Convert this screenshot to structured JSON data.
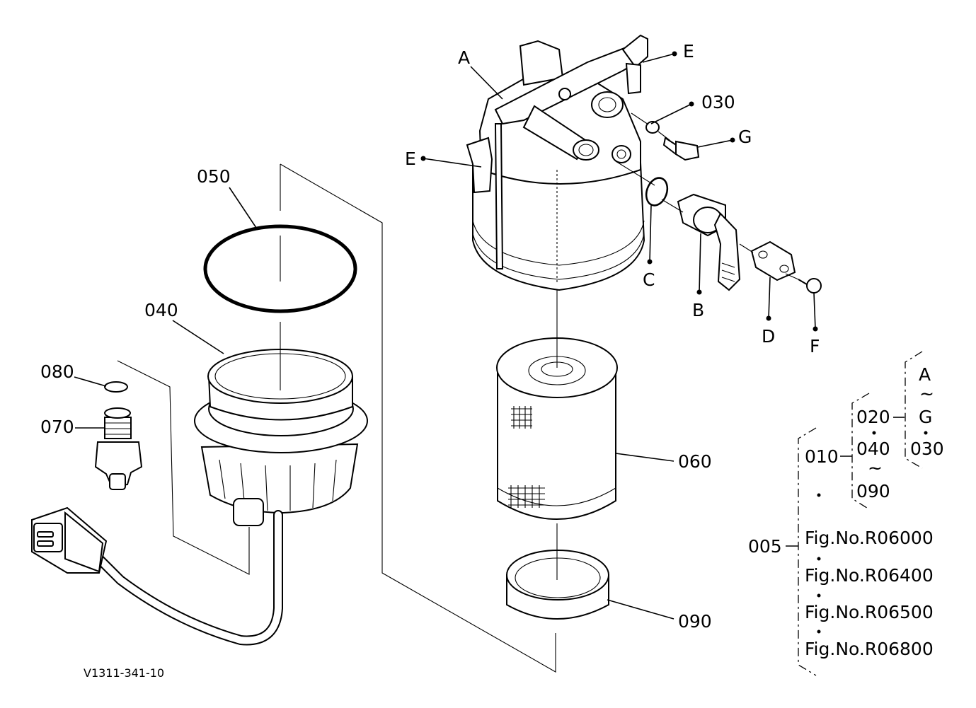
{
  "part_labels": {
    "p050": "050",
    "p040": "040",
    "p080": "080",
    "p070": "070",
    "p060": "060",
    "p090": "090",
    "p030": "030",
    "A": "A",
    "B": "B",
    "C": "C",
    "D": "D",
    "E_top": "E",
    "E_left": "E",
    "F": "F",
    "G": "G"
  },
  "hierarchy": {
    "n005": "005",
    "n010": "010",
    "n020": "020",
    "n040": "040",
    "tilde1": "~",
    "n090": "090",
    "rA": "A",
    "tilde2": "~",
    "rG": "G",
    "n030": "030",
    "figs": [
      "Fig.No.R06000",
      "Fig.No.R06400",
      "Fig.No.R06500",
      "Fig.No.R06800"
    ]
  },
  "drawing_number": "V1311-341-10"
}
